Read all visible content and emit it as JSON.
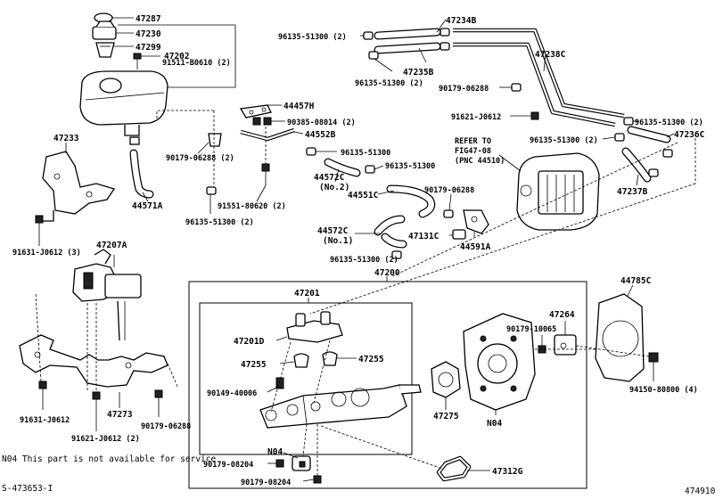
{
  "labels": {
    "p47287": "47287",
    "p47230": "47230",
    "p47299": "47299",
    "p47202": "47202",
    "p91511": "91511-B0610 (2)",
    "p47233": "47233",
    "p44571A": "44571A",
    "p90179_62882": "90179-06288 (2)",
    "p96135_2a": "96135-51300 (2)",
    "p44457H": "44457H",
    "p90385": "90385-08014 (2)",
    "p44552B": "44552B",
    "p91551": "91551-80620 (2)",
    "p96135_a": "96135-51300",
    "p44572C2": "44572C",
    "p44572C2n": "(No.2)",
    "p96135_b": "96135-51300",
    "p44551C": "44551C",
    "p90179_c": "90179-06288",
    "p44572C1": "44572C",
    "p44572C1n": "(No.1)",
    "p47131C": "47131C",
    "p44591A": "44591A",
    "p96135_2b": "96135-51300 (2)",
    "p47234B": "47234B",
    "p96135_2c": "96135-51300 (2)",
    "p47235B": "47235B",
    "p96135_2d": "96135-51300 (2)",
    "p47238C": "47238C",
    "p90179_d": "90179-06288",
    "p91621_a": "91621-J0612",
    "p96135_2e": "96135-51300 (2)",
    "p96135_2f": "96135-51300 (2)",
    "p47236C": "47236C",
    "refer1": "REFER TO",
    "refer2": "FIG47-08",
    "refer3": "(PNC 44510)",
    "p47237B": "47237B",
    "p91631_3": "91631-J0612 (3)",
    "p47207A": "47207A",
    "p91631": "91631-J0612",
    "p47273": "47273",
    "p90179_e": "90179-06288",
    "p91621_2": "91621-J0612 (2)",
    "p47200": "47200",
    "p47201": "47201",
    "p47201D": "47201D",
    "p47255a": "47255",
    "p47255b": "47255",
    "p90149": "90149-40006",
    "p47275": "47275",
    "p90179_10065": "90179-10065",
    "p47264": "47264",
    "p44785C": "44785C",
    "p94150": "94150-80800 (4)",
    "pN04a": "N04",
    "pN04b": "N04",
    "p90179_08204a": "90179-08204",
    "p90179_08204b": "90179-08204",
    "p47312G": "47312G"
  },
  "footer": {
    "note": "N04 This part is not available for service",
    "sheet_id": "S-473653-I",
    "fig_no": "474910"
  }
}
